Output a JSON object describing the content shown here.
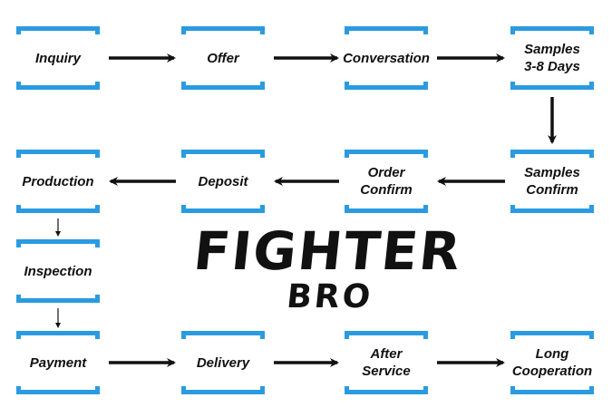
{
  "steps": [
    {
      "id": "inquiry",
      "label": "Inquiry"
    },
    {
      "id": "offer",
      "label": "Offer"
    },
    {
      "id": "conversation",
      "label": "Conversation"
    },
    {
      "id": "samples-time",
      "label": "Samples\n3-8 Days"
    },
    {
      "id": "samples-confirm",
      "label": "Samples\nConfirm"
    },
    {
      "id": "order-confirm",
      "label": "Order Confirm"
    },
    {
      "id": "deposit",
      "label": "Deposit"
    },
    {
      "id": "production",
      "label": "Production"
    },
    {
      "id": "inspection",
      "label": "Inspection"
    },
    {
      "id": "payment",
      "label": "Payment"
    },
    {
      "id": "delivery",
      "label": "Delivery"
    },
    {
      "id": "after-service",
      "label": "After Service"
    },
    {
      "id": "long-cooperation",
      "label": "Long\nCooperation"
    }
  ],
  "brand": {
    "line1": "FIGHTER",
    "line2": "BRO"
  },
  "colors": {
    "box_border": "#2a9be0",
    "arrow": "#111111"
  }
}
